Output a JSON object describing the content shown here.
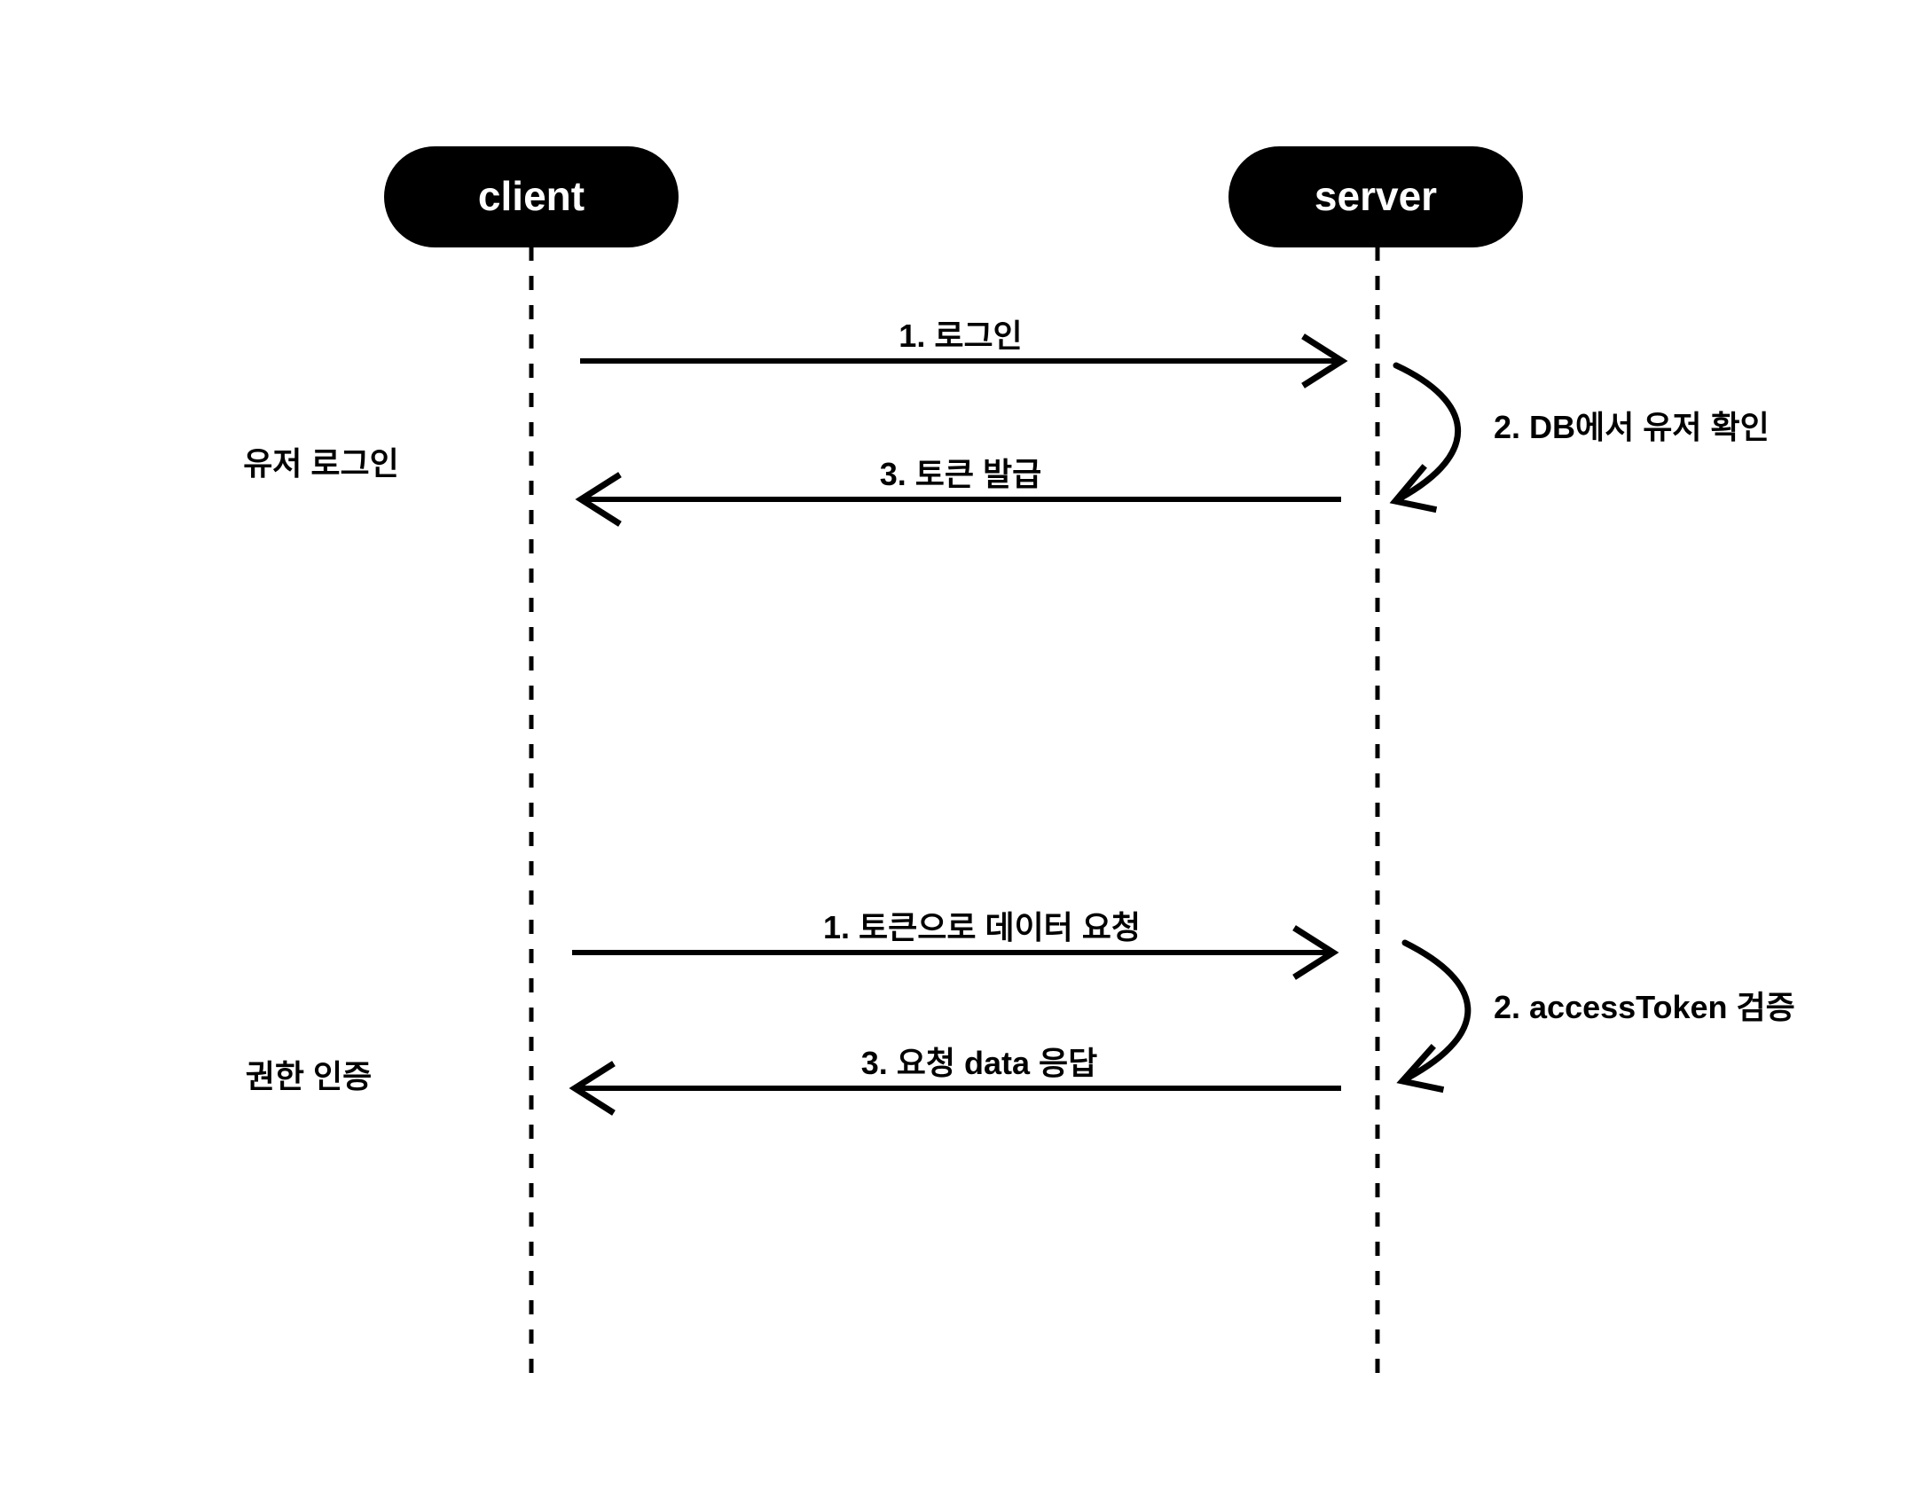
{
  "diagram": {
    "title": "JWT authentication sequence diagram",
    "type": "sequence-diagram",
    "background_color": "#ffffff",
    "line_color": "#000000",
    "participant_fill": "#000000",
    "participant_text_color": "#ffffff"
  },
  "participants": [
    {
      "id": "client",
      "label": "client"
    },
    {
      "id": "server",
      "label": "server"
    }
  ],
  "groups": [
    {
      "id": "login",
      "label": "유저 로그인"
    },
    {
      "id": "authz",
      "label": "권한 인증"
    }
  ],
  "messages": [
    {
      "id": "m1",
      "group": "login",
      "label": "1. 로그인",
      "from": "client",
      "to": "server",
      "direction": "right",
      "kind": "call"
    },
    {
      "id": "m2",
      "group": "login",
      "label": "2. DB에서 유저 확인",
      "from": "server",
      "to": "server",
      "direction": "self",
      "kind": "self-loop"
    },
    {
      "id": "m3",
      "group": "login",
      "label": "3. 토큰 발급",
      "from": "server",
      "to": "client",
      "direction": "left",
      "kind": "return"
    },
    {
      "id": "m4",
      "group": "authz",
      "label": "1. 토큰으로 데이터 요청",
      "from": "client",
      "to": "server",
      "direction": "right",
      "kind": "call"
    },
    {
      "id": "m5",
      "group": "authz",
      "label": "2. accessToken 검증",
      "from": "server",
      "to": "server",
      "direction": "self",
      "kind": "self-loop"
    },
    {
      "id": "m6",
      "group": "authz",
      "label": "3. 요청 data 응답",
      "from": "server",
      "to": "client",
      "direction": "left",
      "kind": "return"
    }
  ]
}
